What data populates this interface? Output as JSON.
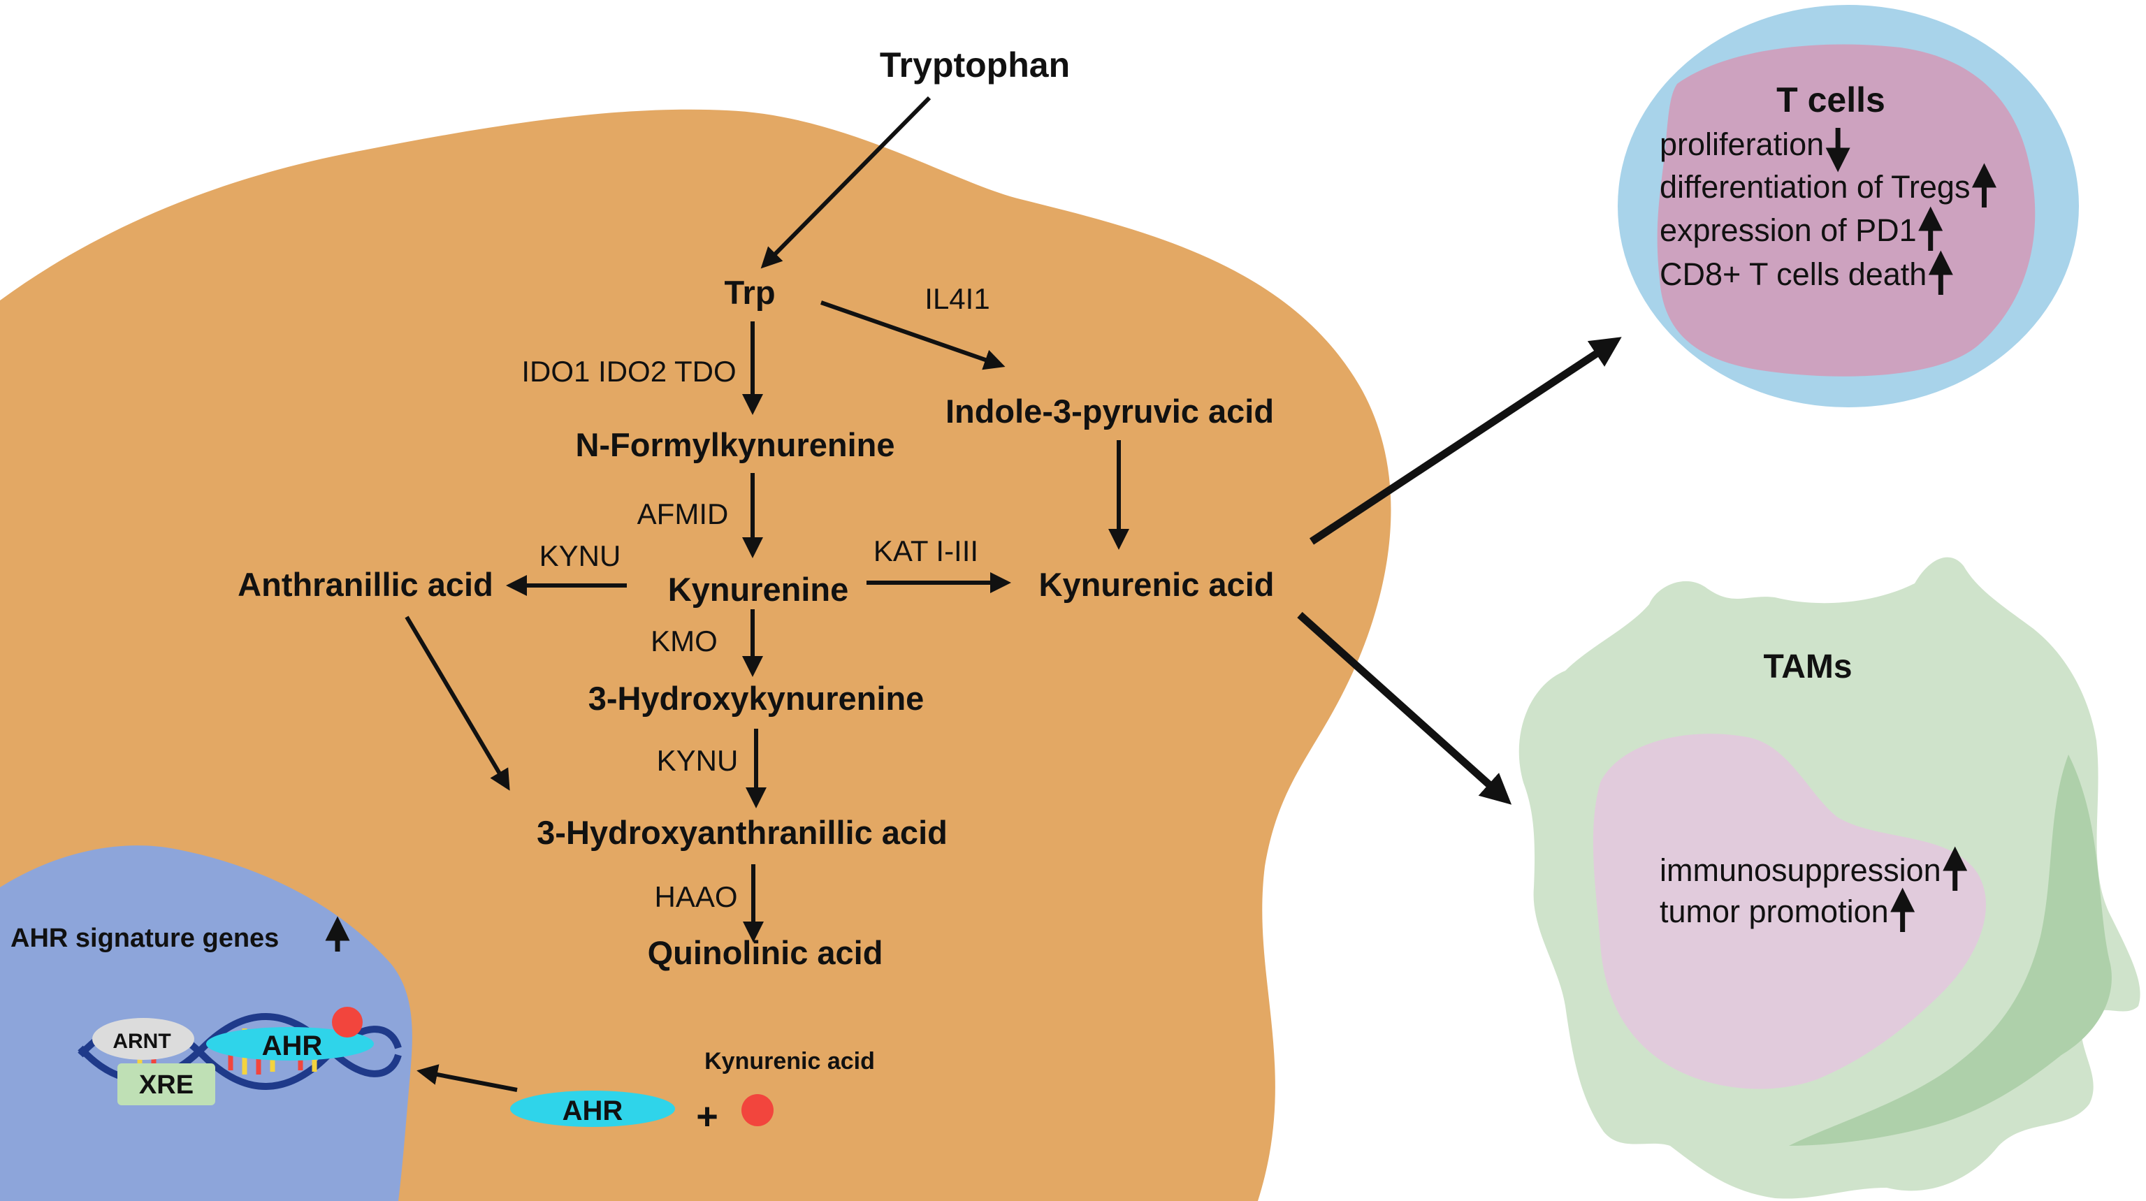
{
  "colors": {
    "cell": "#E3A864",
    "nucleus": "#8DA5DA",
    "tcell_outer": "#A8D3EA",
    "tcell_inner": "#CDA2BF",
    "tam_body": "#CFE3CB",
    "tam_dark": "#AED0AA",
    "tam_nucleus": "#E1CBDC",
    "ahr": "#2FD4EA",
    "ligand": "#F2453D",
    "xre": "#BFE0B5",
    "arnt": "#DCDCDC"
  },
  "pathway": {
    "source": "Tryptophan",
    "trp": "Trp",
    "nfk": "N-Formylkynurenine",
    "kynurenine": "Kynurenine",
    "hk": "3-Hydroxykynurenine",
    "haa": "3-Hydroxyanthranillic acid",
    "quinolinic": "Quinolinic acid",
    "anthranilic": "Anthranillic acid",
    "kyna": "Kynurenic acid",
    "indole": "Indole-3-pyruvic acid"
  },
  "enzymes": {
    "ido": "IDO1 IDO2 TDO",
    "afmid": "AFMID",
    "kynu_left": "KYNU",
    "kat": "KAT I-III",
    "kmo": "KMO",
    "kynu_down": "KYNU",
    "haao": "HAAO",
    "il4i1": "IL4I1"
  },
  "nucleus": {
    "genes_label": "AHR signature genes",
    "arnt": "ARNT",
    "ahr_bound": "AHR",
    "xre": "XRE",
    "ahr_free": "AHR",
    "plus": "+",
    "ligand_label": "Kynurenic acid"
  },
  "tcells": {
    "title": "T cells",
    "effects": [
      {
        "text": "proliferation",
        "trend": "down"
      },
      {
        "text": "differentiation of Tregs",
        "trend": "up"
      },
      {
        "text": "expression of PD1",
        "trend": "up"
      },
      {
        "text": "CD8+ T cells death",
        "trend": "up"
      }
    ]
  },
  "tams": {
    "title": "TAMs",
    "effects": [
      {
        "text": "immunosuppression",
        "trend": "up"
      },
      {
        "text": "tumor promotion",
        "trend": "up"
      }
    ]
  }
}
